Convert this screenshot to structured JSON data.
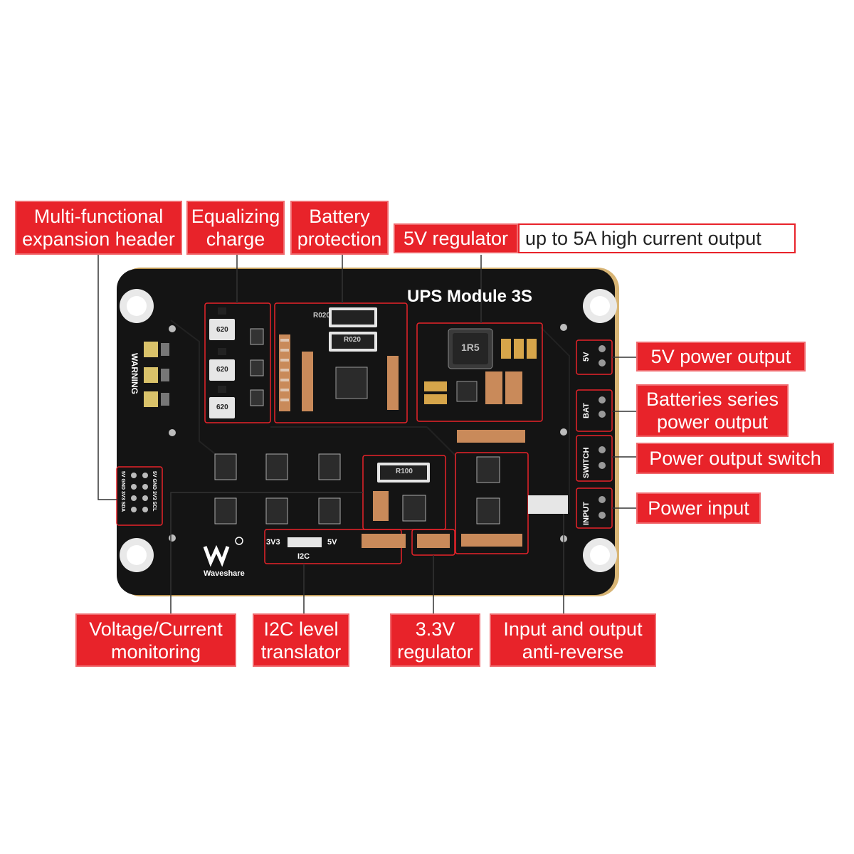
{
  "board": {
    "title": "UPS Module 3S",
    "brand": "Waveshare",
    "warning": "WARNING",
    "silk_5v": "5V",
    "silk_bat": "BAT",
    "silk_switch": "SWITCH",
    "silk_input": "INPUT",
    "silk_i2c": "I2C",
    "silk_3v3": "3V3",
    "silk_5v_sel": "5V",
    "resistor_r020_a": "R020",
    "resistor_r020_b": "R020",
    "resistor_r100": "R100",
    "inductor_1r5": "1R5",
    "cap_620_a": "620",
    "cap_620_b": "620",
    "cap_620_c": "620",
    "header_left_pins": [
      "5V",
      "GND",
      "3V3",
      "SDA"
    ],
    "header_right_pins": [
      "5V",
      "GND",
      "3V3",
      "SCL"
    ]
  },
  "callouts": {
    "header": [
      "Multi-functional",
      "expansion header"
    ],
    "equalizing": [
      "Equalizing",
      "charge"
    ],
    "protection": [
      "Battery",
      "protection"
    ],
    "regulator5v": "5V regulator",
    "regulator5v_note": "up to 5A high current output",
    "power5v": "5V power output",
    "batteries": [
      "Batteries series",
      "power output"
    ],
    "switch": "Power output switch",
    "input": "Power input",
    "monitoring": [
      "Voltage/Current",
      "monitoring"
    ],
    "i2c": [
      "I2C level",
      "translator"
    ],
    "regulator33": [
      "3.3V",
      "regulator"
    ],
    "antireverse": [
      "Input and output",
      "anti-reverse"
    ]
  },
  "colors": {
    "label_red": "#e8232a",
    "board": "#141414",
    "gold": "#c9a15a"
  }
}
